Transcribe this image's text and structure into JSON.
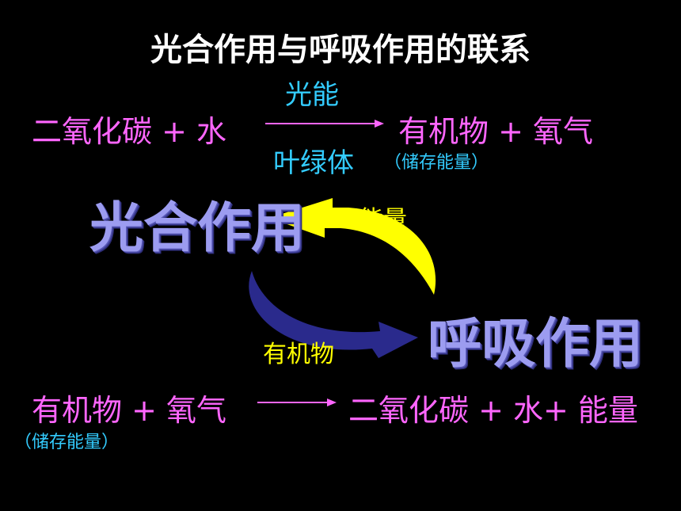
{
  "title": "光合作用与呼吸作用的联系",
  "photosynthesis": {
    "reactants": "二氧化碳 + 水",
    "condition_top": "光能",
    "condition_bottom": "叶绿体",
    "products": "有机物 +   氧气",
    "note": "（储存能量）"
  },
  "cycle": {
    "photosynthesis_label": "光合作用",
    "respiration_label": "呼吸作用",
    "energy_label": "能量",
    "organic_label": "有机物",
    "colors": {
      "yellow_arrow": "#ffff00",
      "blue_arrow": "#2a2a8c"
    }
  },
  "respiration": {
    "reactants": "有机物 + 氧气",
    "products": "二氧化碳 + 水+ 能量",
    "note": "（储存能量）"
  },
  "colors": {
    "equation_text": "#ff66ff",
    "condition_text": "#33ccff",
    "title": "#ffffff"
  }
}
